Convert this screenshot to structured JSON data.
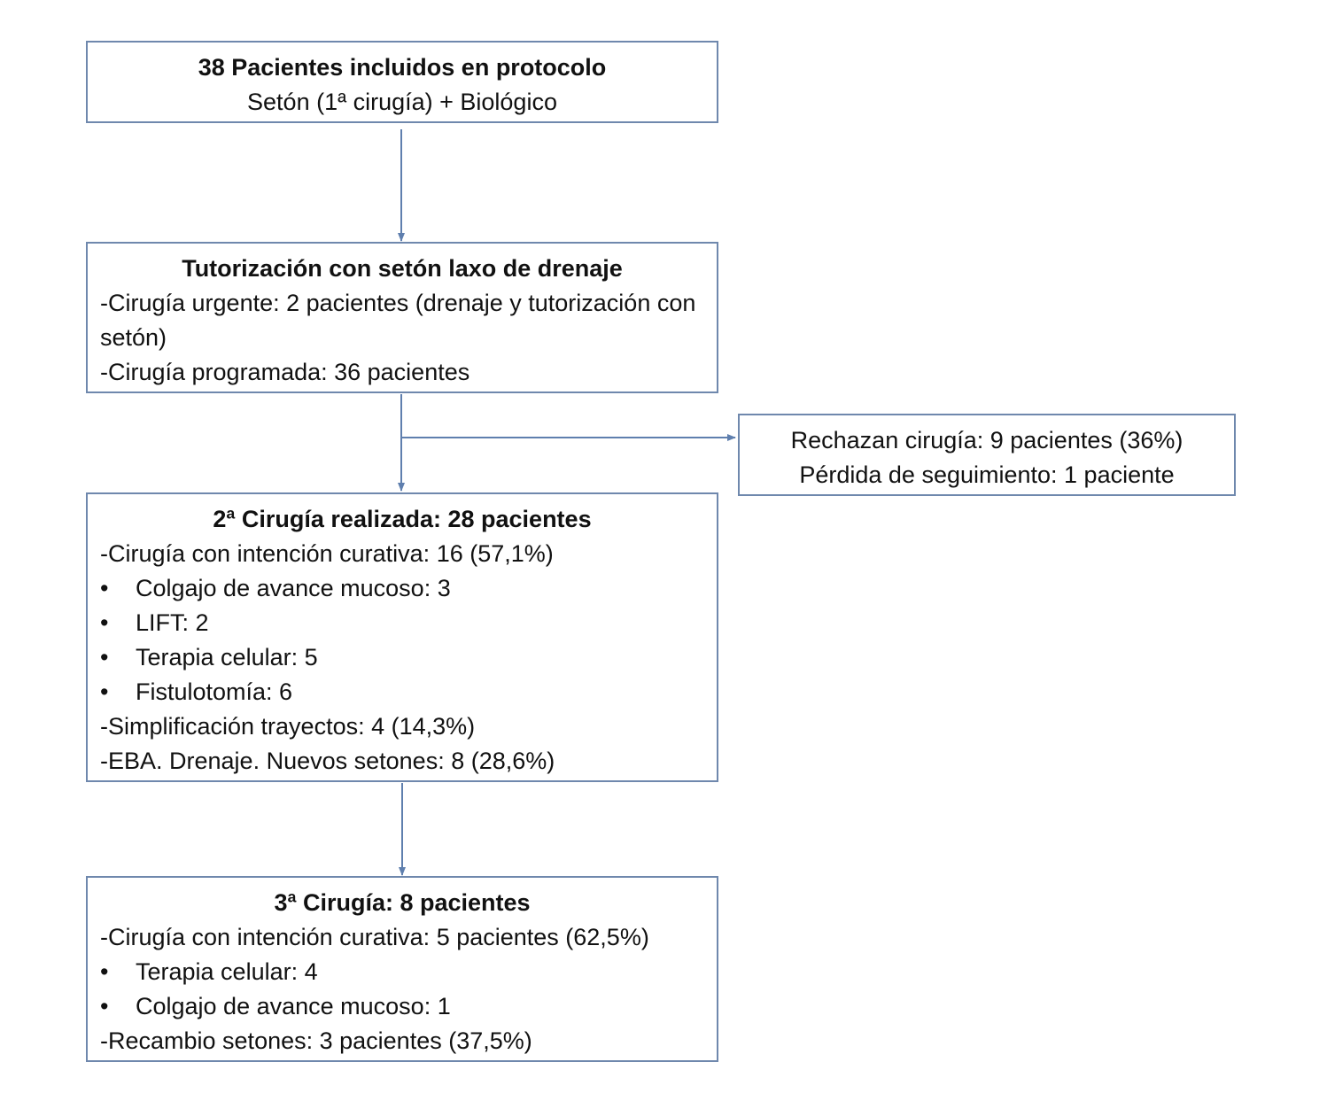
{
  "boxes": {
    "protocol": {
      "title": "38 Pacientes incluidos en protocolo",
      "subtitle": "Setón (1ª cirugía) + Biológico"
    },
    "tutorization": {
      "title": "Tutorización con setón laxo de drenaje",
      "lines": [
        "-Cirugía urgente: 2 pacientes (drenaje y tutorización con setón)",
        "-Cirugía programada: 36 pacientes"
      ]
    },
    "excluded": {
      "lines": [
        "Rechazan cirugía: 9 pacientes (36%)",
        "Pérdida de seguimiento: 1 paciente"
      ]
    },
    "second_surgery": {
      "title": "2ª Cirugía realizada: 28 pacientes",
      "curative": "-Cirugía con intención curativa: 16 (57,1%)",
      "bullets": [
        "Colgajo de avance mucoso: 3",
        "LIFT: 2",
        "Terapia celular: 5",
        "Fistulotomía: 6"
      ],
      "simplification": "-Simplificación trayectos: 4 (14,3%)",
      "eba": "-EBA. Drenaje. Nuevos setones: 8 (28,6%)"
    },
    "third_surgery": {
      "title": "3ª Cirugía: 8 pacientes",
      "curative": "-Cirugía con intención curativa: 5 pacientes (62,5%)",
      "bullets": [
        "Terapia celular: 4",
        "Colgajo de avance mucoso: 1"
      ],
      "replacement": "-Recambio setones: 3 pacientes (37,5%)"
    }
  },
  "bullet_glyph": "•",
  "colors": {
    "border": "#6f88ad",
    "arrow": "#5f7fae",
    "text": "#111111"
  }
}
